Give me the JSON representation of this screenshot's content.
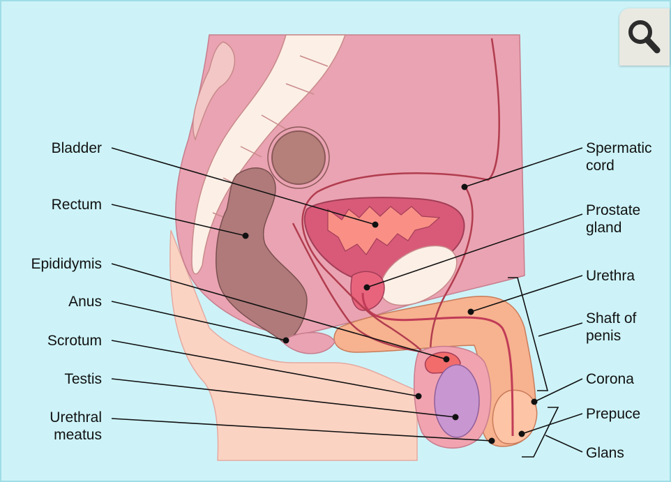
{
  "labels": {
    "bladder": "Bladder",
    "rectum": "Rectum",
    "epididymis": "Epididymis",
    "anus": "Anus",
    "scrotum": "Scrotum",
    "testis": "Testis",
    "urethral_meatus_1": "Urethral",
    "urethral_meatus_2": "meatus",
    "spermatic_cord_1": "Spermatic",
    "spermatic_cord_2": "cord",
    "prostate_gland_1": "Prostate",
    "prostate_gland_2": "gland",
    "urethra": "Urethra",
    "shaft_1": "Shaft of",
    "shaft_2": "penis",
    "corona": "Corona",
    "prepuce": "Prepuce",
    "glans": "Glans"
  },
  "icons": {
    "zoom": "magnifier-icon"
  },
  "colors": {
    "background": "#cdf3f8",
    "skin": "#fbd3c3",
    "body_pink": "#eaa3b2",
    "bladder": "#d85a78",
    "bladder_inner": "#fa8f86",
    "rectum": "#b07a7a",
    "testis": "#c896d0",
    "penis": "#f7b28f"
  }
}
